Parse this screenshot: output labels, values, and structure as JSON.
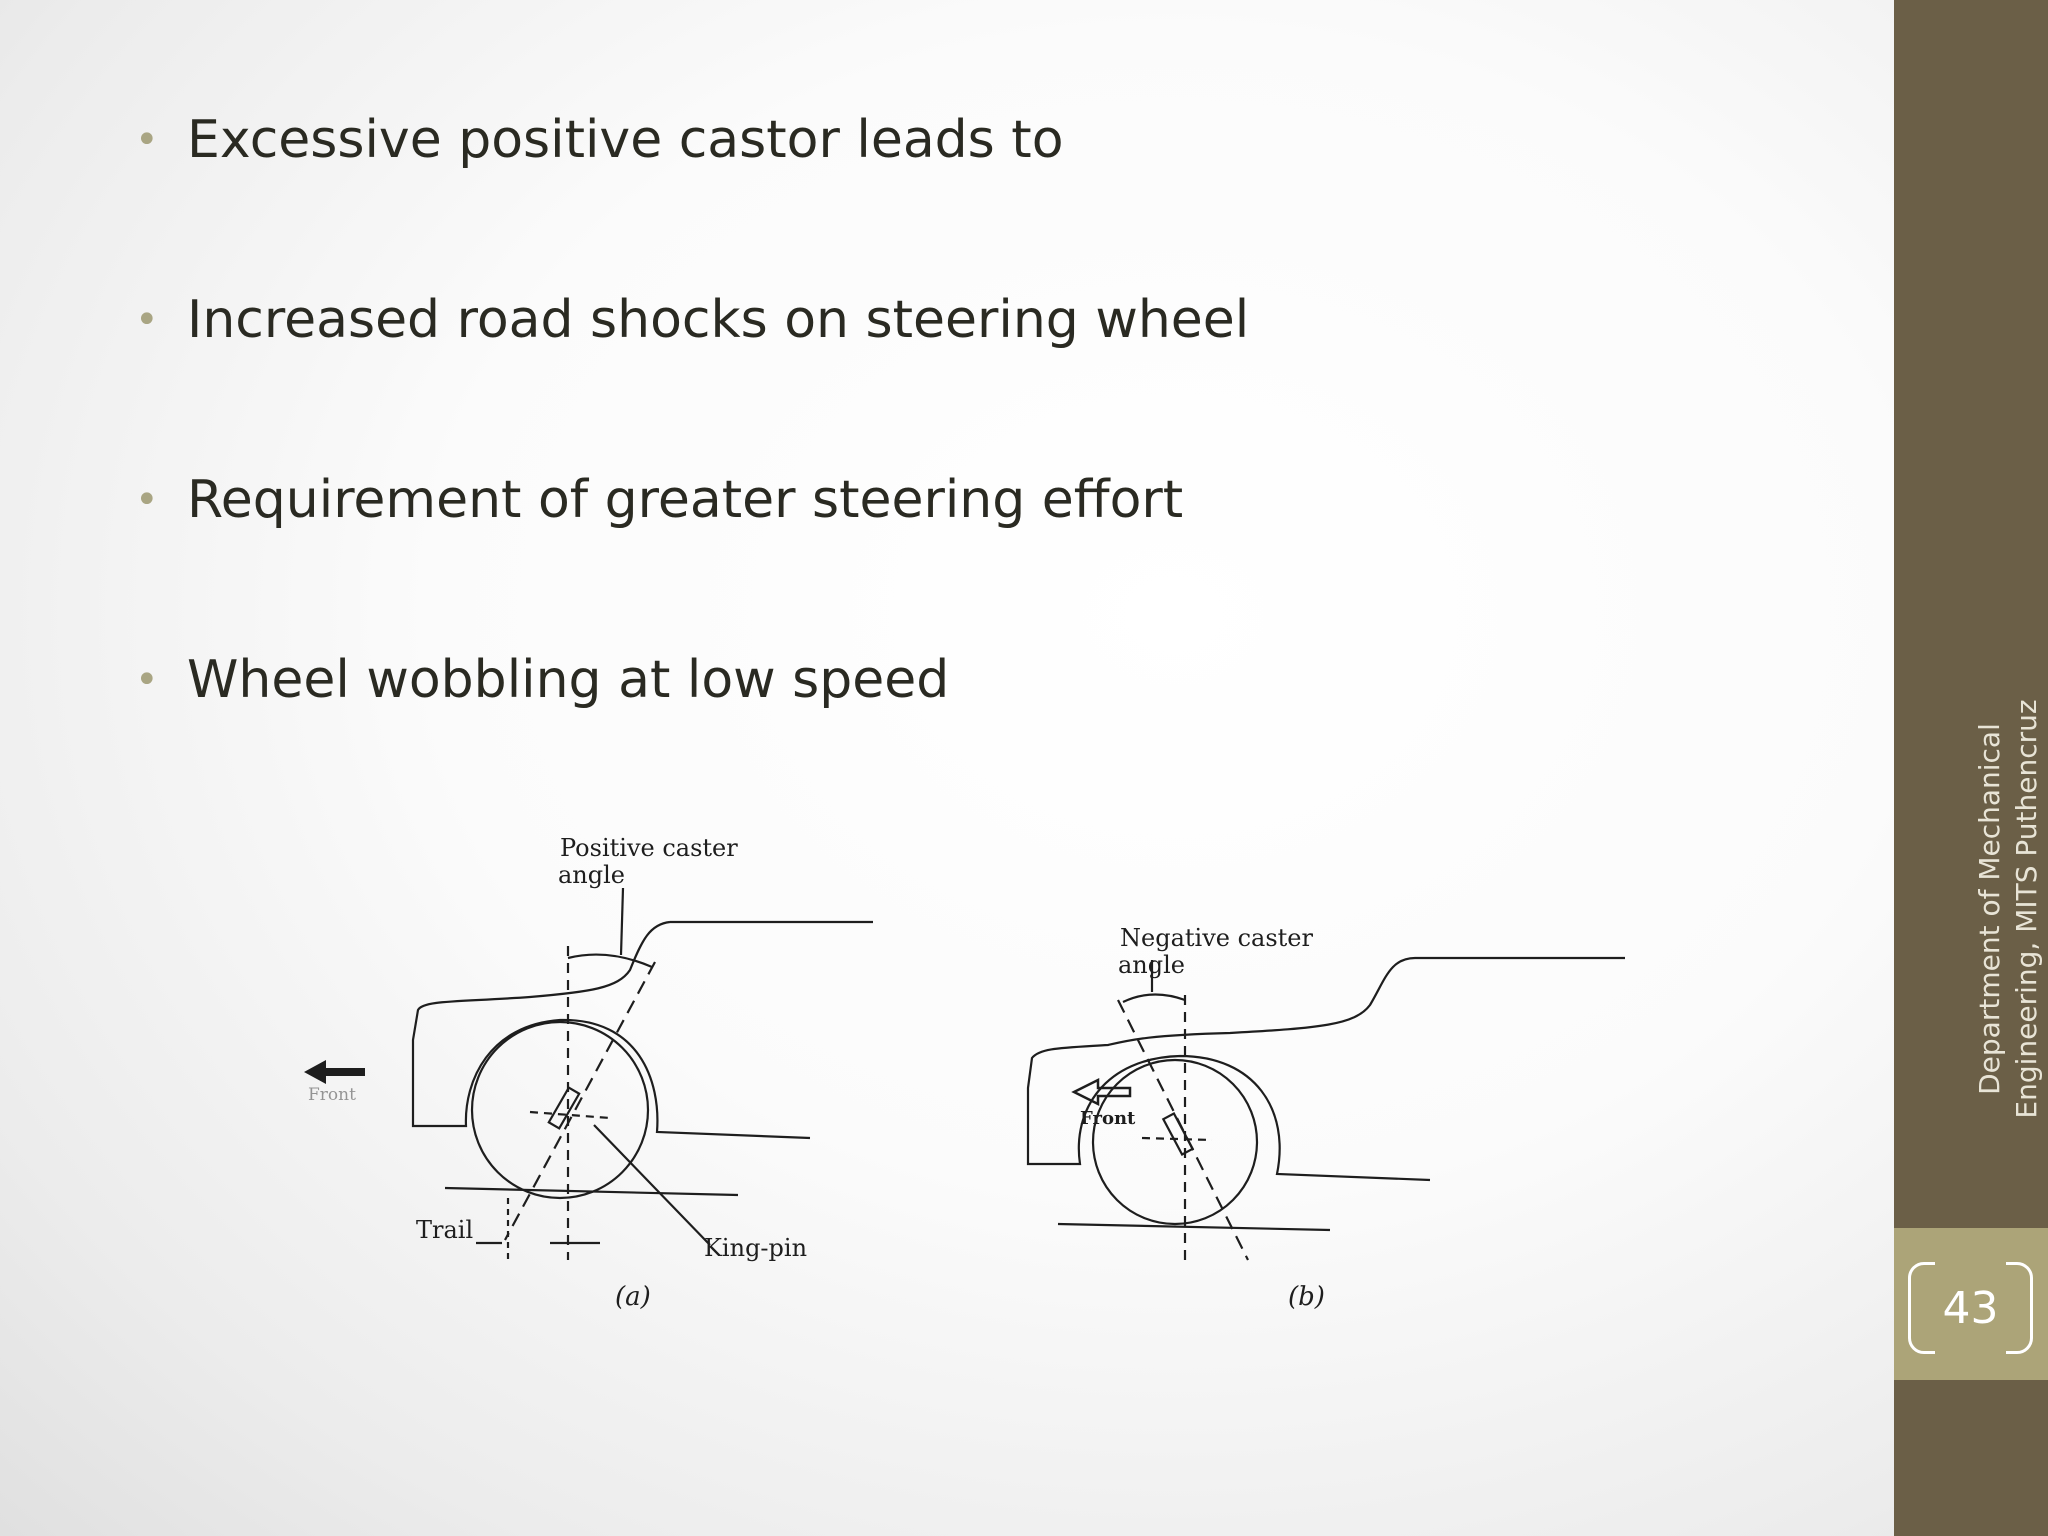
{
  "bullets": [
    "Excessive positive castor leads to",
    "Increased road shocks on steering wheel",
    "Requirement of greater steering effort",
    "Wheel wobbling at low speed"
  ],
  "figure": {
    "a": {
      "angle_label_line1": "Positive caster",
      "angle_label_line2": "angle",
      "front_label": "Front",
      "trail_label": "Trail",
      "kingpin_label": "King-pin",
      "caption": "(a)"
    },
    "b": {
      "angle_label_line1": "Negative caster",
      "angle_label_line2": "angle",
      "front_label": "Front",
      "caption": "(b)"
    }
  },
  "sidebar": {
    "footer_line1": "Department of Mechanical",
    "footer_line2": "Engineering, MITS Puthencruz",
    "page_number": "43"
  },
  "colors": {
    "sidebar_dark": "#6b5f47",
    "sidebar_light": "#aca478",
    "bullet_dot": "#a9a583",
    "text": "#2a2a22"
  }
}
